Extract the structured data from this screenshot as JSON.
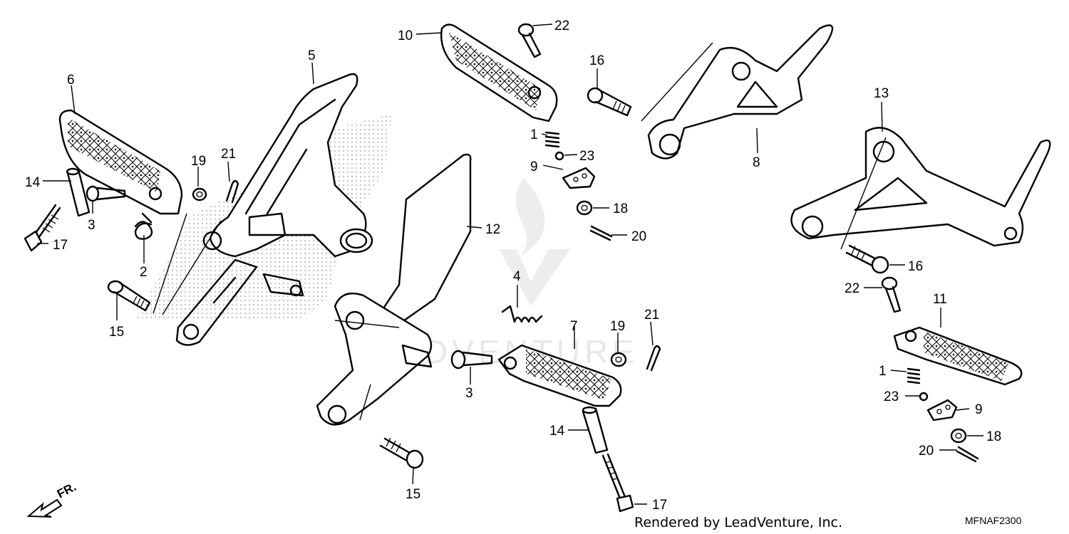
{
  "diagram": {
    "watermark_text": "LEADVENTURE",
    "footer_credit": "Rendered by LeadVenture, Inc.",
    "diagram_code": "MFNAF2300",
    "front_indicator": "FR.",
    "callouts": [
      {
        "id": "c6",
        "label": "6"
      },
      {
        "id": "c5",
        "label": "5"
      },
      {
        "id": "c14a",
        "label": "14"
      },
      {
        "id": "c3a",
        "label": "3"
      },
      {
        "id": "c17a",
        "label": "17"
      },
      {
        "id": "c2",
        "label": "2"
      },
      {
        "id": "c19a",
        "label": "19"
      },
      {
        "id": "c21a",
        "label": "21"
      },
      {
        "id": "c15a",
        "label": "15"
      },
      {
        "id": "c10",
        "label": "10"
      },
      {
        "id": "c22a",
        "label": "22"
      },
      {
        "id": "c16a",
        "label": "16"
      },
      {
        "id": "c1a",
        "label": "1"
      },
      {
        "id": "c23a",
        "label": "23"
      },
      {
        "id": "c8",
        "label": "8"
      },
      {
        "id": "c9a",
        "label": "9"
      },
      {
        "id": "c18a",
        "label": "18"
      },
      {
        "id": "c20a",
        "label": "20"
      },
      {
        "id": "c12",
        "label": "12"
      },
      {
        "id": "c13",
        "label": "13"
      },
      {
        "id": "c16b",
        "label": "16"
      },
      {
        "id": "c22b",
        "label": "22"
      },
      {
        "id": "c11",
        "label": "11"
      },
      {
        "id": "c4",
        "label": "4"
      },
      {
        "id": "c7",
        "label": "7"
      },
      {
        "id": "c19b",
        "label": "19"
      },
      {
        "id": "c21b",
        "label": "21"
      },
      {
        "id": "c3b",
        "label": "3"
      },
      {
        "id": "c14b",
        "label": "14"
      },
      {
        "id": "c15b",
        "label": "15"
      },
      {
        "id": "c17b",
        "label": "17"
      },
      {
        "id": "c1b",
        "label": "1"
      },
      {
        "id": "c23b",
        "label": "23"
      },
      {
        "id": "c9b",
        "label": "9"
      },
      {
        "id": "c18b",
        "label": "18"
      },
      {
        "id": "c20b",
        "label": "20"
      }
    ]
  }
}
